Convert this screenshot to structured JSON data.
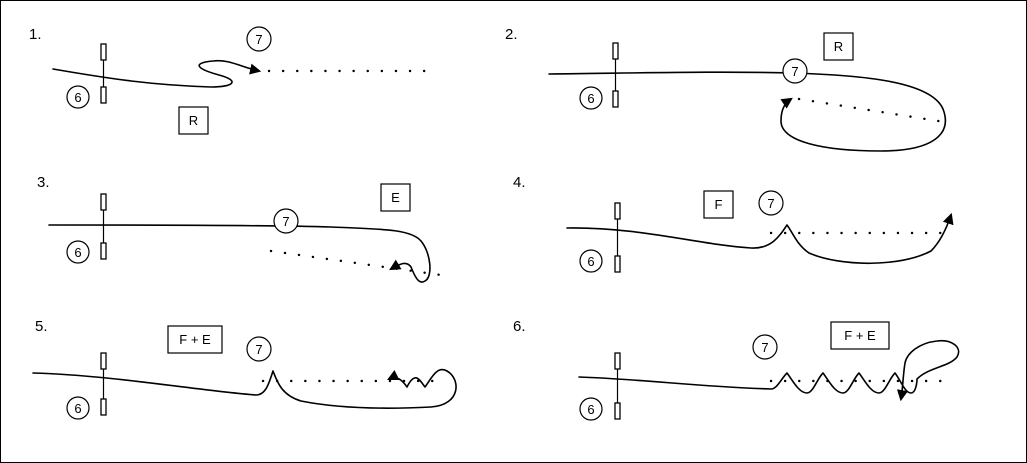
{
  "panels": [
    {
      "number": "1.",
      "box_label": "R",
      "marker_a": "6",
      "marker_b": "7"
    },
    {
      "number": "2.",
      "box_label": "R",
      "marker_a": "6",
      "marker_b": "7"
    },
    {
      "number": "3.",
      "box_label": "E",
      "marker_a": "6",
      "marker_b": "7"
    },
    {
      "number": "4.",
      "box_label": "F",
      "marker_a": "6",
      "marker_b": "7"
    },
    {
      "number": "5.",
      "box_label": "F + E",
      "marker_a": "6",
      "marker_b": "7"
    },
    {
      "number": "6.",
      "box_label": "F + E",
      "marker_a": "6",
      "marker_b": "7"
    }
  ]
}
